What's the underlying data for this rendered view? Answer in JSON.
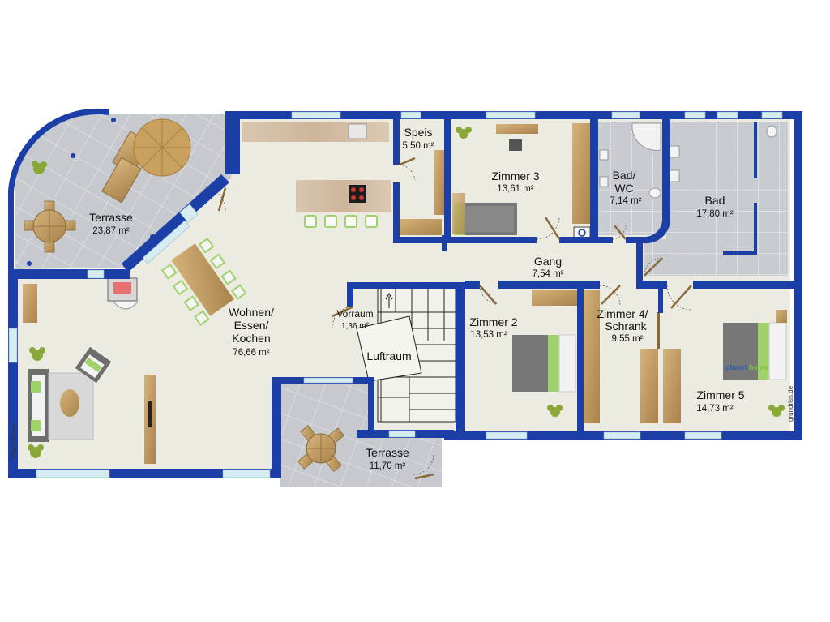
{
  "rooms": [
    {
      "id": "terrasse-1",
      "name": "Terrasse",
      "area": "23,87 m²"
    },
    {
      "id": "wohnen",
      "name_lines": [
        "Wohnen/",
        "Essen/",
        "Kochen"
      ],
      "area": "76,66 m²"
    },
    {
      "id": "speis",
      "name": "Speis",
      "area": "5,50 m²"
    },
    {
      "id": "zimmer-3",
      "name": "Zimmer 3",
      "area": "13,61 m²"
    },
    {
      "id": "bad-wc",
      "name_lines": [
        "Bad/",
        "WC"
      ],
      "area": "7,14 m²"
    },
    {
      "id": "bad",
      "name": "Bad",
      "area": "17,80 m²"
    },
    {
      "id": "gang",
      "name": "Gang",
      "area": "7,54 m²"
    },
    {
      "id": "vorraum",
      "name": "Vorraum",
      "area": "1,36 m²"
    },
    {
      "id": "luftraum",
      "name": "Luftraum"
    },
    {
      "id": "zimmer-2",
      "name": "Zimmer 2",
      "area": "13,53 m²"
    },
    {
      "id": "zimmer-4",
      "name_lines": [
        "Zimmer 4/",
        "Schrank"
      ],
      "area": "9,55 m²"
    },
    {
      "id": "zimmer-5",
      "name": "Zimmer 5",
      "area": "14,73 m²"
    },
    {
      "id": "terrasse-2",
      "name": "Terrasse",
      "area": "11,70 m²"
    }
  ],
  "watermark_left": "PlanetHome",
  "watermark_right": "grundriss.de",
  "logo": {
    "part1": "planet",
    "part2": "home"
  },
  "colors": {
    "wall": "#1b3fa6",
    "floor": "#ecebe1",
    "tile": "#c3c6cb",
    "wood": "#c9a46a",
    "window": "#cfe6f0"
  }
}
